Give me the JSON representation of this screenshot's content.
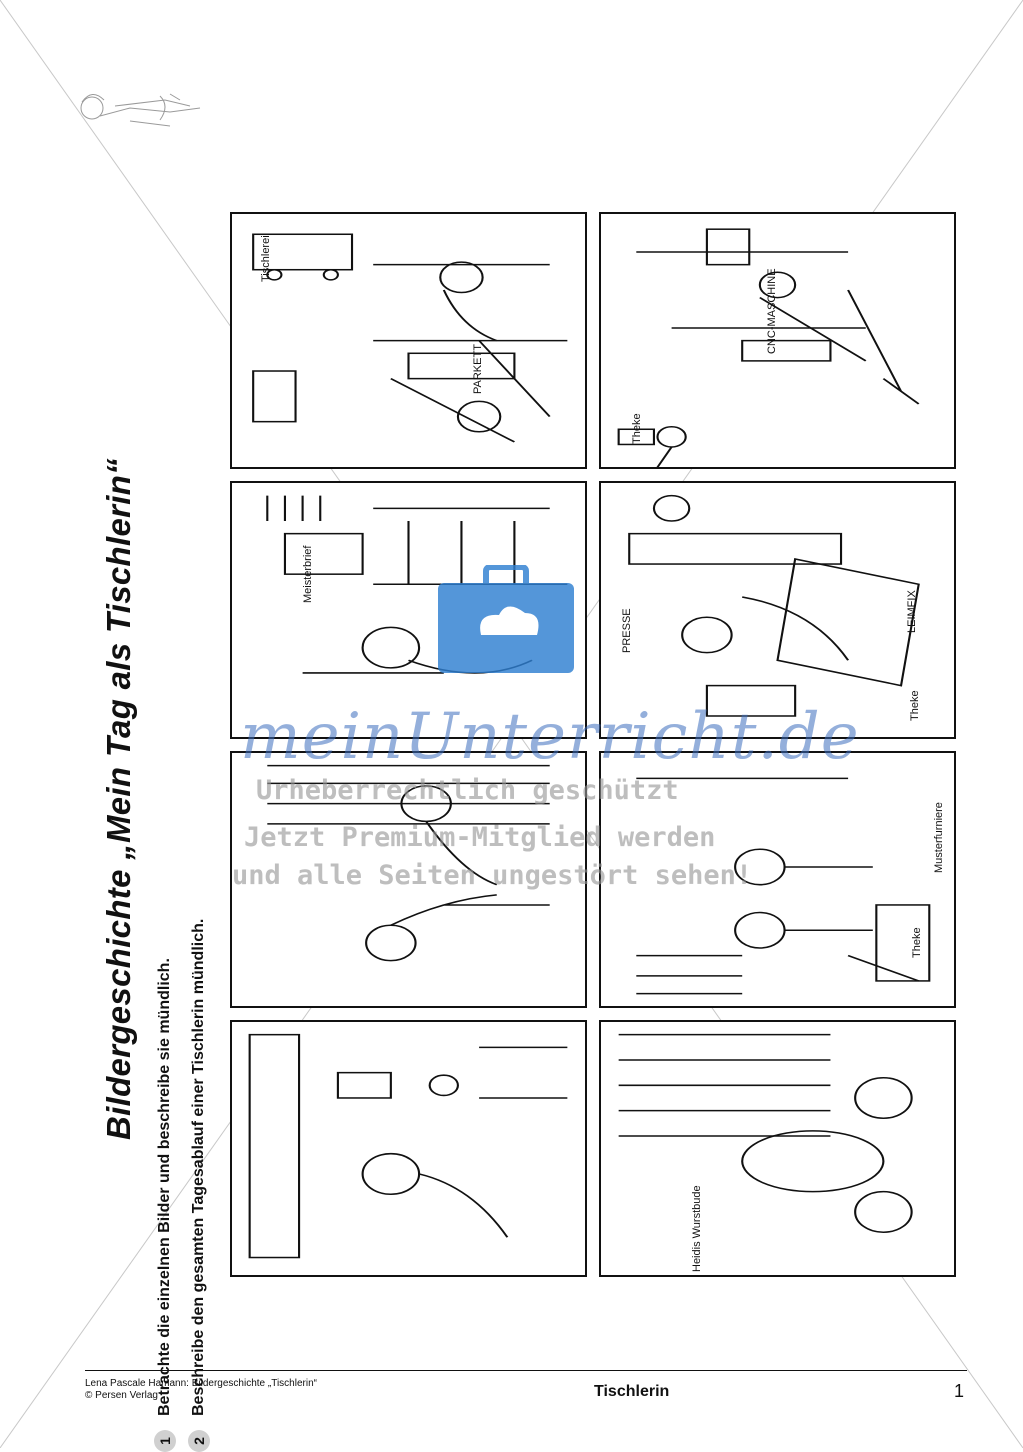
{
  "worksheet": {
    "title": "Bildergeschichte „Mein Tag als Tischlerin“",
    "tasks": [
      {
        "number": "1",
        "text": "Betrachte die einzelnen Bilder und beschreibe sie mündlich."
      },
      {
        "number": "2",
        "text": "Beschreibe den gesamten Tagesablauf einer Tischlerin mündlich."
      }
    ]
  },
  "panel_labels": {
    "van_sign": "Tischlerei",
    "parquet": "PARKETT",
    "cnc": "CNC-MASCHINE",
    "theke_a": "Theke",
    "letter": "Meisterbrief",
    "press": "PRESSE",
    "leimfix": "LEIMFIX",
    "theke_b": "Theke",
    "muster": "Musterfurniere",
    "theke_c": "Theke",
    "sausage": "Heidis Wurstbude"
  },
  "watermark": {
    "brand": "meinUnterricht.de",
    "line1": "Urheberrechtlich geschützt",
    "line2": "Jetzt Premium-Mitglied werden",
    "line3": "und alle Seiten ungestört sehen!"
  },
  "footer": {
    "author_line": "Lena Pascale Hamann: Bildergeschichte „Tischlerin“",
    "publisher": "© Persen Verlag",
    "topic": "Tischlerin",
    "page_number": "1"
  }
}
